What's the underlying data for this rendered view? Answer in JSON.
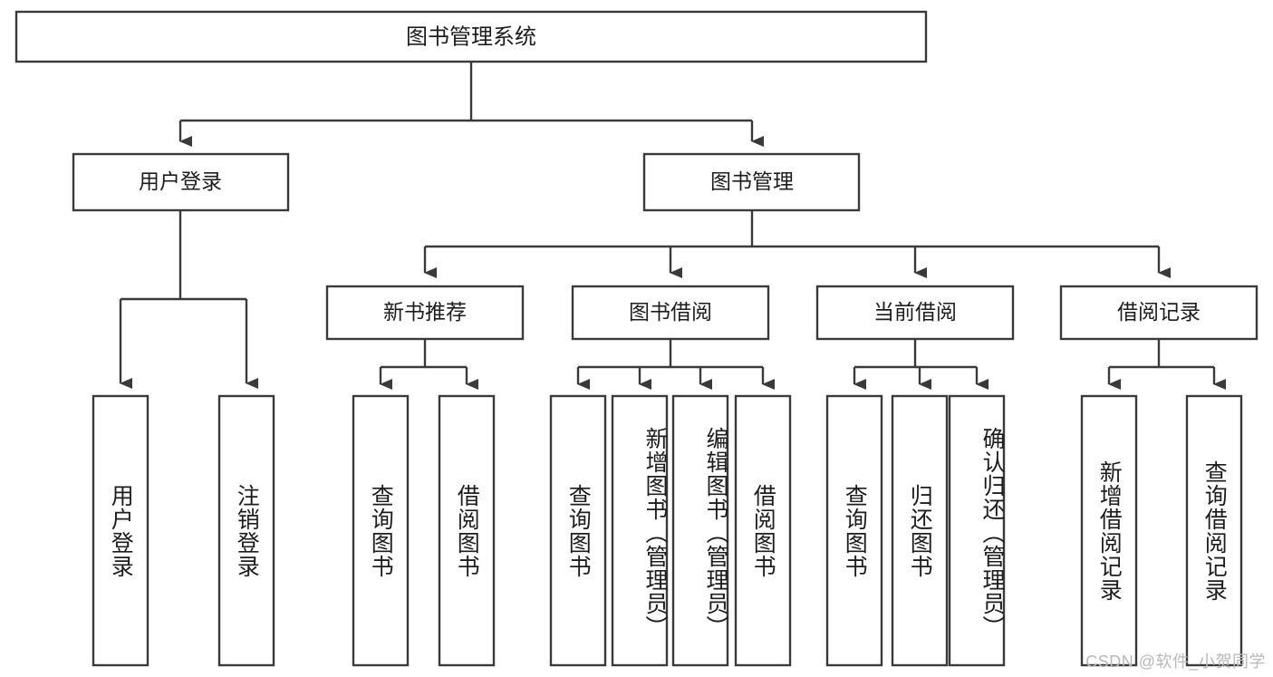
{
  "diagram": {
    "title": "图书管理系统",
    "type": "hierarchy-tree",
    "root": {
      "id": "root",
      "label": "图书管理系统"
    },
    "level2": [
      {
        "id": "user-login",
        "label": "用户登录"
      },
      {
        "id": "book-management",
        "label": "图书管理"
      }
    ],
    "level3": [
      {
        "id": "new-book-recommend",
        "label": "新书推荐"
      },
      {
        "id": "book-borrow",
        "label": "图书借阅"
      },
      {
        "id": "current-borrow",
        "label": "当前借阅"
      },
      {
        "id": "borrow-record",
        "label": "借阅记录"
      }
    ],
    "leaves": {
      "user_login": [
        {
          "id": "leaf-user-login",
          "label": "用户登录"
        },
        {
          "id": "leaf-logout",
          "label": "注销登录"
        }
      ],
      "new_book_recommend": [
        {
          "id": "leaf-query-book-1",
          "label": "查询图书"
        },
        {
          "id": "leaf-borrow-book-1",
          "label": "借阅图书"
        }
      ],
      "book_borrow": [
        {
          "id": "leaf-query-book-2",
          "label": "查询图书"
        },
        {
          "id": "leaf-add-book",
          "label": "新增图书（管理员）"
        },
        {
          "id": "leaf-edit-book",
          "label": "编辑图书（管理员）"
        },
        {
          "id": "leaf-borrow-book-2",
          "label": "借阅图书"
        }
      ],
      "current_borrow": [
        {
          "id": "leaf-query-book-3",
          "label": "查询图书"
        },
        {
          "id": "leaf-return-book",
          "label": "归还图书"
        },
        {
          "id": "leaf-confirm-return",
          "label": "确认归还（管理员）"
        }
      ],
      "borrow_record": [
        {
          "id": "leaf-add-record",
          "label": "新增借阅记录"
        },
        {
          "id": "leaf-query-record",
          "label": "查询借阅记录"
        }
      ]
    }
  },
  "watermark": {
    "text": "CSDN @软件_小贺同学"
  },
  "colors": {
    "stroke": "#3a3a3a",
    "box_fill": "#ffffff",
    "text": "#1d1d1d",
    "background": "#ffffff",
    "watermark": "#b9b9b9"
  }
}
